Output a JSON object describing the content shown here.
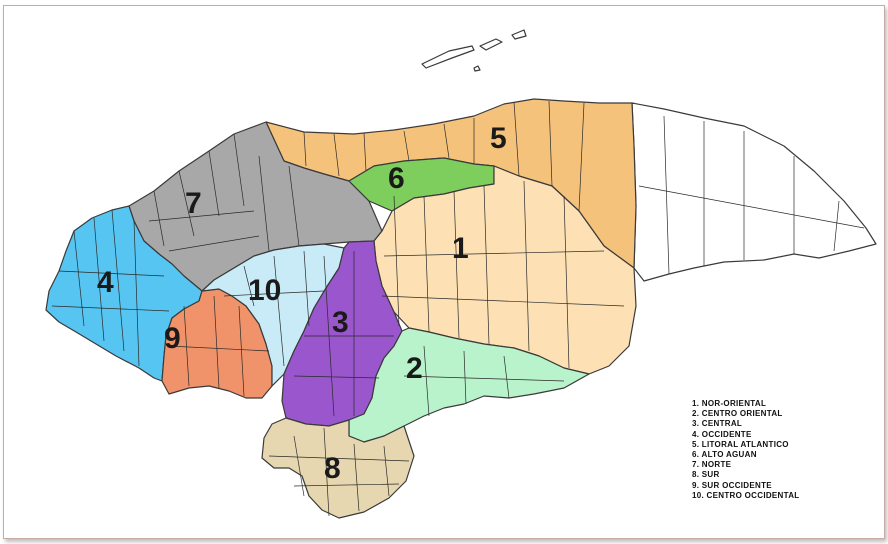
{
  "map": {
    "colors": {
      "nor_oriental": "#fde1b4",
      "centro_oriental": "#b9f3cc",
      "central": "#9a56cc",
      "occidente": "#57c5f2",
      "litoral_atlantico": "#f5c27c",
      "alto_aguan": "#7dce5c",
      "norte": "#a8a8a8",
      "sur": "#e7d7b0",
      "sur_occidente": "#f0936a",
      "centro_occidental": "#c9eaf7",
      "unassigned": "#ffffff"
    },
    "region_numbers": [
      "1",
      "2",
      "3",
      "4",
      "5",
      "6",
      "7",
      "8",
      "9",
      "10"
    ],
    "legend": [
      "1. NOR-ORIENTAL",
      "2. CENTRO ORIENTAL",
      "3. CENTRAL",
      "4. OCCIDENTE",
      "5. LITORAL ATLANTICO",
      "6. ALTO AGUAN",
      "7. NORTE",
      "8. SUR",
      "9. SUR OCCIDENTE",
      "10. CENTRO OCCIDENTAL"
    ]
  }
}
